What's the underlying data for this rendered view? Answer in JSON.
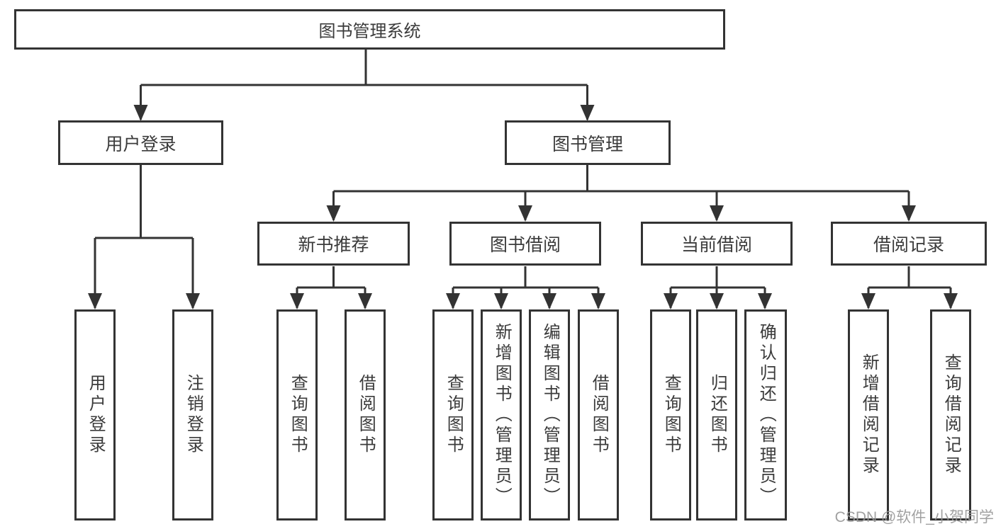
{
  "diagram": {
    "title": "图书管理系统",
    "type": "functional-structure-tree",
    "nodes": {
      "root": "图书管理系统",
      "user_login": "用户登录",
      "book_management": "图书管理",
      "new_book_recommend": "新书推荐",
      "book_borrow": "图书借阅",
      "current_borrow": "当前借阅",
      "borrow_record": "借阅记录",
      "leaf_user_login": "用户登录",
      "leaf_logout": "注销登录",
      "leaf_query_book_a": "查询图书",
      "leaf_borrow_book_a": "借阅图书",
      "leaf_query_book_b": "查询图书",
      "leaf_add_book": "新增图书（管理员）",
      "leaf_edit_book": "编辑图书（管理员）",
      "leaf_borrow_book_b": "借阅图书",
      "leaf_query_book_c": "查询图书",
      "leaf_return_book": "归还图书",
      "leaf_confirm_return": "确认归还（管理员）",
      "leaf_add_borrow_record": "新增借阅记录",
      "leaf_query_borrow_record": "查询借阅记录"
    },
    "hierarchy": {
      "图书管理系统": {
        "用户登录": [
          "用户登录",
          "注销登录"
        ],
        "图书管理": {
          "新书推荐": [
            "查询图书",
            "借阅图书"
          ],
          "图书借阅": [
            "查询图书",
            "新增图书（管理员）",
            "编辑图书（管理员）",
            "借阅图书"
          ],
          "当前借阅": [
            "查询图书",
            "归还图书",
            "确认归还（管理员）"
          ],
          "借阅记录": [
            "新增借阅记录",
            "查询借阅记录"
          ]
        }
      }
    },
    "colors": {
      "line": "#333333",
      "box_border": "#333333",
      "box_fill": "#ffffff",
      "text": "#3b3b3b",
      "background": "#ffffff",
      "watermark_text_color": "#979797"
    }
  },
  "watermark": {
    "text": "CSDN @软件_小贺同学"
  }
}
